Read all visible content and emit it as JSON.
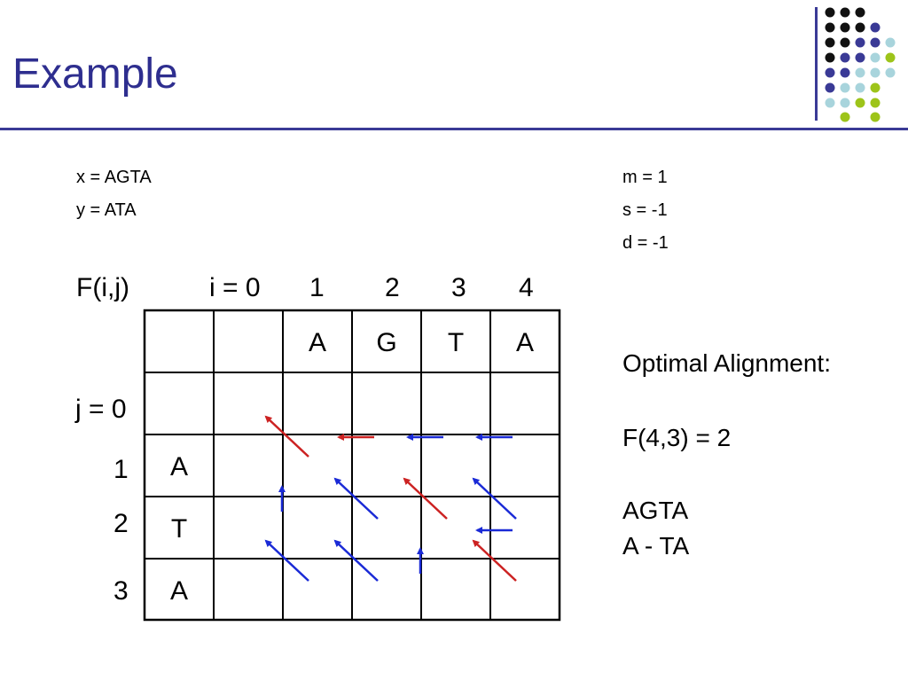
{
  "slide": {
    "title": "Example",
    "colors": {
      "accent": "#2e2e8f",
      "red_arrow": "#cc2222",
      "blue_arrow": "#1a2ad6"
    }
  },
  "params": {
    "x_line": "x = AGTA",
    "y_line": "y = ATA",
    "m_line": "m =  1",
    "s_line": "s  = -1",
    "d_line": "d  = -1"
  },
  "table": {
    "f_label": "F(i,j)",
    "col_labels": [
      "i = 0",
      "1",
      "2",
      "3",
      "4"
    ],
    "row_labels": [
      "j = 0",
      "1",
      "2",
      "3"
    ],
    "top_letters": [
      "A",
      "G",
      "T",
      "A"
    ],
    "side_letters": [
      "A",
      "T",
      "A"
    ]
  },
  "result": {
    "heading": "Optimal Alignment:",
    "score": "F(4,3) = 2",
    "align_top": "AGTA",
    "align_bottom": "A - TA"
  },
  "arrows": [
    {
      "color": "red",
      "dir": "diag",
      "i": 1,
      "j": 1
    },
    {
      "color": "red",
      "dir": "left",
      "i": 2,
      "j": 1
    },
    {
      "color": "blue",
      "dir": "left",
      "i": 3,
      "j": 1
    },
    {
      "color": "blue",
      "dir": "left",
      "i": 4,
      "j": 1
    },
    {
      "color": "blue",
      "dir": "up",
      "i": 1,
      "j": 2
    },
    {
      "color": "blue",
      "dir": "diag",
      "i": 2,
      "j": 2
    },
    {
      "color": "red",
      "dir": "diag",
      "i": 3,
      "j": 2
    },
    {
      "color": "blue",
      "dir": "diag",
      "i": 4,
      "j": 2
    },
    {
      "color": "blue",
      "dir": "left",
      "i": 4,
      "j": 2.5
    },
    {
      "color": "blue",
      "dir": "diag",
      "i": 1,
      "j": 3
    },
    {
      "color": "blue",
      "dir": "diag",
      "i": 2,
      "j": 3
    },
    {
      "color": "blue",
      "dir": "up",
      "i": 3,
      "j": 3
    },
    {
      "color": "red",
      "dir": "diag",
      "i": 4,
      "j": 3
    }
  ]
}
